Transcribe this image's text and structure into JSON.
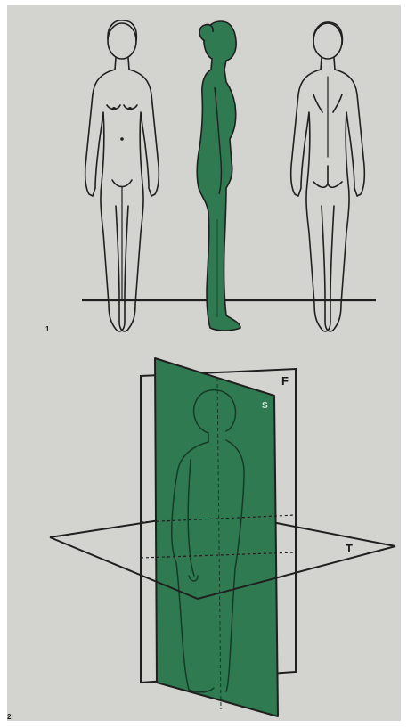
{
  "figures": {
    "figure1": {
      "label": "1",
      "views": [
        "front",
        "side",
        "back"
      ]
    },
    "figure2": {
      "label": "2",
      "planes": {
        "frontal": {
          "label": "F"
        },
        "sagittal": {
          "label": "S"
        },
        "transverse": {
          "label": "T"
        }
      }
    }
  },
  "colors": {
    "background": "#d3d3cf",
    "sagittal_fill": "#2f7a50",
    "outline": "#1f1f1f"
  }
}
